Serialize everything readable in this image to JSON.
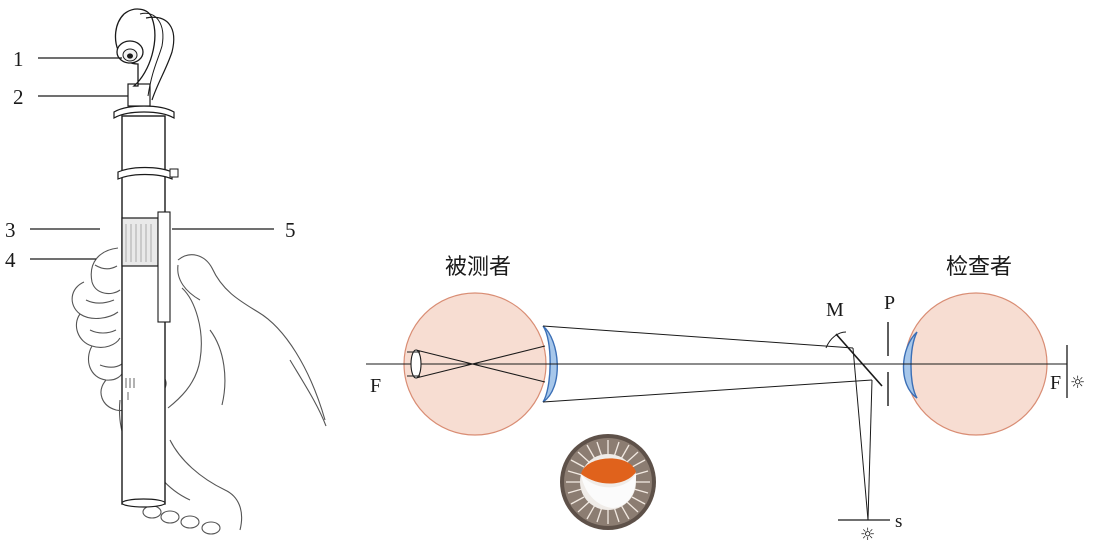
{
  "figure": {
    "instrument_part_labels": [
      "1",
      "2",
      "3",
      "4",
      "5"
    ],
    "examinee_label": "被测者",
    "examiner_label": "检查者",
    "fundus_label_left": "F",
    "fundus_label_right": "F",
    "mirror_label": "M",
    "pupil_label": "P",
    "source_label": "s",
    "light_glyph": "☼",
    "colors": {
      "line": "#1a1a1a",
      "eyeball_fill": "#f7ddd2",
      "eyeball_stroke": "#d98d74",
      "cornea_fill": "#a7c7ea",
      "cornea_stroke": "#3b6fb6",
      "iris_outer": "#5e5149",
      "pupil_fill": "#e0621c",
      "hand_line": "#555555"
    }
  }
}
